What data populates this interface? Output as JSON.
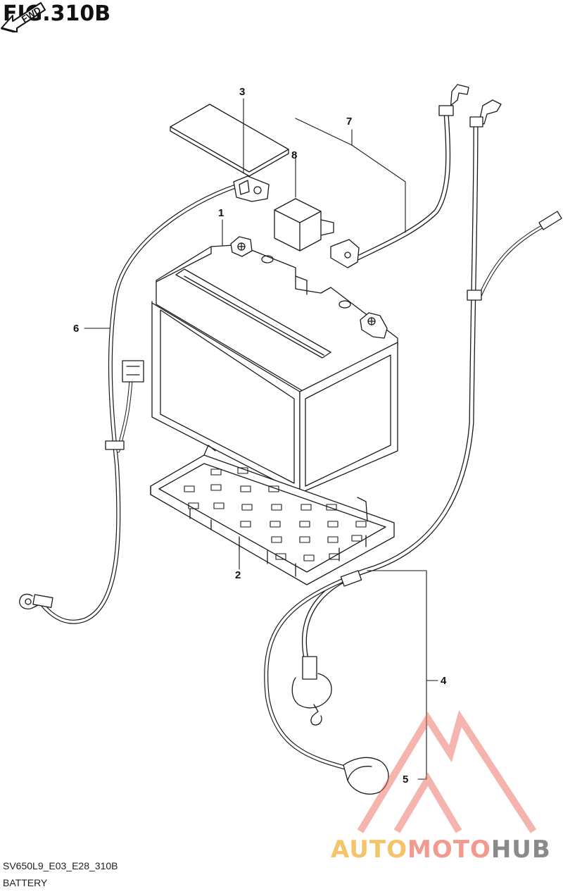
{
  "figure": {
    "title": "FIG.310B"
  },
  "callouts": [
    {
      "id": "1",
      "label": "1"
    },
    {
      "id": "2",
      "label": "2"
    },
    {
      "id": "3",
      "label": "3"
    },
    {
      "id": "4",
      "label": "4"
    },
    {
      "id": "5",
      "label": "5"
    },
    {
      "id": "6",
      "label": "6"
    },
    {
      "id": "7",
      "label": "7"
    },
    {
      "id": "8",
      "label": "8"
    }
  ],
  "direction_marker": {
    "label": "FWD"
  },
  "footer": {
    "code": "SV650L9_E03_E28_310B",
    "caption": "BATTERY"
  },
  "watermark": {
    "part_a": "AUTO",
    "part_b": "MOTO",
    "part_c": "HUB",
    "colors": {
      "a": "#f3c46a",
      "b": "#f09a90",
      "c": "#8a8a8a"
    }
  }
}
